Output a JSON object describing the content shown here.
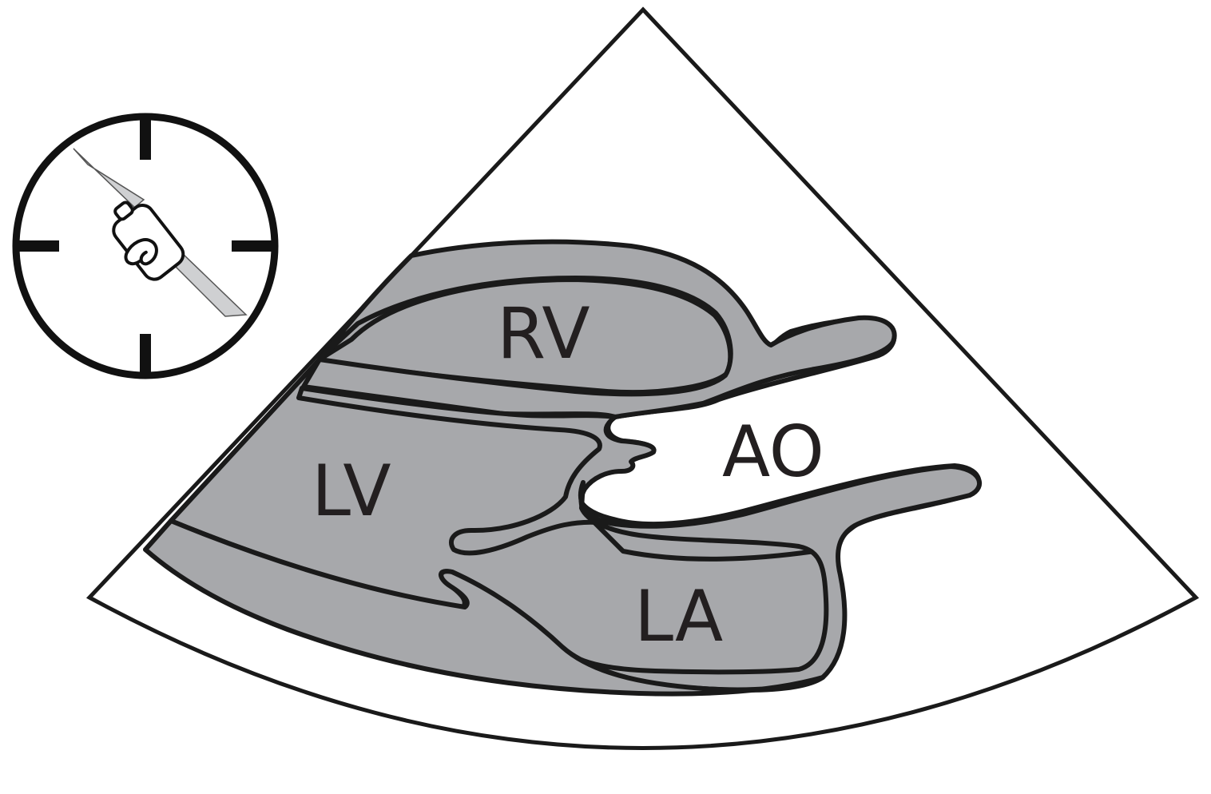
{
  "labels": {
    "rv": "RV",
    "ao": "AO",
    "lv": "LV",
    "la": "LA"
  },
  "icons": {
    "probe_orientation": "transducer-clock-icon"
  },
  "colors": {
    "wall_fill": "#a7a8ab",
    "outline": "#1a1a1a",
    "background": "#ffffff"
  }
}
